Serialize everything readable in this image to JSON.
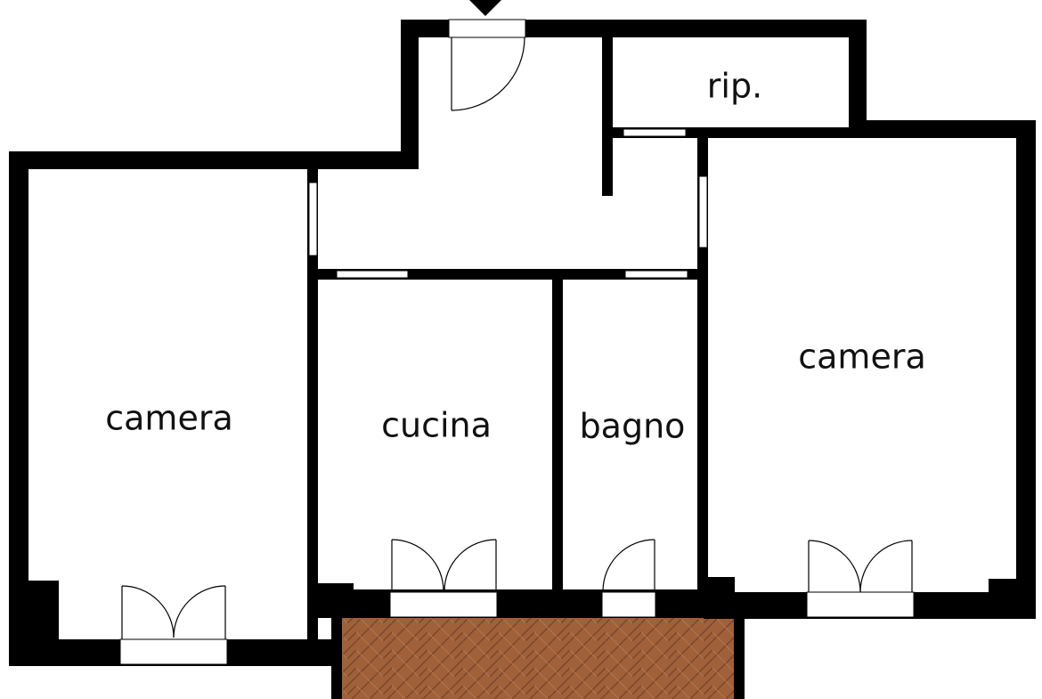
{
  "rooms": {
    "camera_left": "camera",
    "cucina": "cucina",
    "bagno": "bagno",
    "camera_right": "camera",
    "ripostiglio": "rip."
  },
  "colors": {
    "walls": "#000000",
    "floor": "#ffffff",
    "terrace_tile": "#a0603a",
    "terrace_grout": "#7a4528"
  },
  "icons": {
    "entrance": "entrance-arrow-icon"
  }
}
